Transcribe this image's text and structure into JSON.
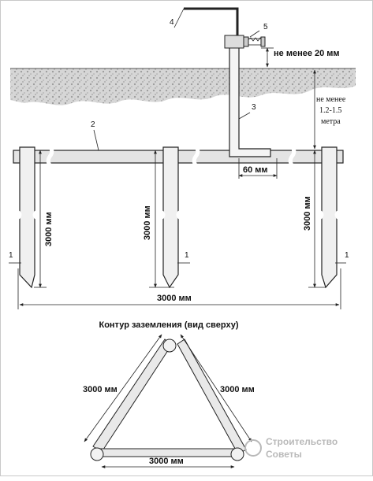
{
  "labels": {
    "min_20mm": "не менее 20 мм",
    "depth_note_line1": "не менее",
    "depth_note_line2": "1.2-1.5",
    "depth_note_line3": "метра",
    "bracket_60mm": "60 мм",
    "rod_length": "3000 мм",
    "span_3000": "3000 мм",
    "contour_title": "Контур заземления (вид сверху)",
    "tri_left": "3000 мм",
    "tri_right": "3000 мм",
    "tri_bottom": "3000 мм"
  },
  "callouts": {
    "n1_left": "1",
    "n1_mid": "1",
    "n1_right": "1",
    "n2": "2",
    "n3": "3",
    "n4": "4",
    "n5": "5"
  },
  "watermark": {
    "line1": "Строительство",
    "line2": "Советы"
  },
  "colors": {
    "line": "#222222",
    "soil": "#cfcfcf",
    "bar_fill": "#e4e4e4",
    "rod_fill": "#f0f0f0",
    "watermark": "#b9b9b9"
  }
}
